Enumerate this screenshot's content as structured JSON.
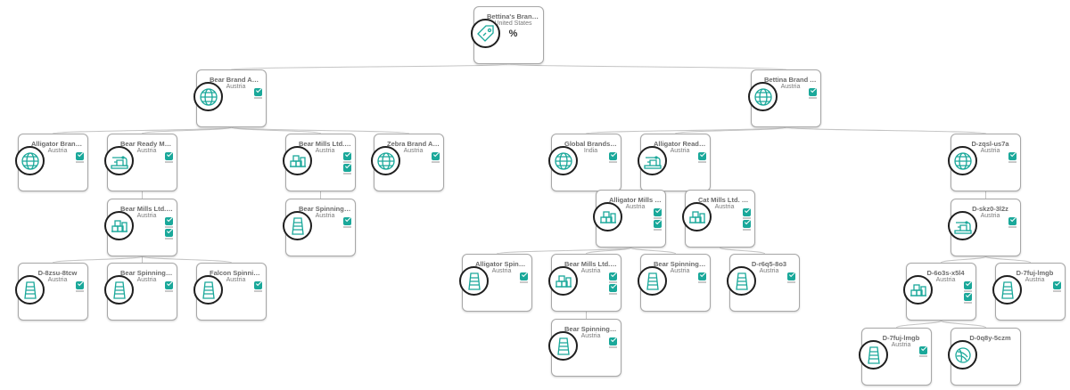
{
  "colors": {
    "accent": "#1aa89a",
    "edge": "#c4c4c4",
    "border": "#a7a7a7"
  },
  "nodes": [
    {
      "name": "Bettina's Brand G...",
      "country": "United States",
      "pct": "%",
      "icon": "price-tag-icon",
      "badges": 0
    },
    {
      "name": "Bear Brand AG cu...",
      "country": "Austria",
      "icon": "globe-icon",
      "badges": 1
    },
    {
      "name": "Bettina Brand AG ...",
      "country": "Austria",
      "icon": "globe-icon",
      "badges": 1
    },
    {
      "name": "Alligator Brand AG...",
      "country": "Austria",
      "icon": "globe-icon",
      "badges": 1
    },
    {
      "name": "Bear Ready Made...",
      "country": "Austria",
      "icon": "sewing-machine-icon",
      "badges": 1
    },
    {
      "name": "Bear Mills Ltd. cus...",
      "country": "Austria",
      "icon": "factory-icon",
      "badges": 2
    },
    {
      "name": "Zebra Brand AG c...",
      "country": "Austria",
      "icon": "globe-icon",
      "badges": 1
    },
    {
      "name": "Bear Mills Ltd. cus...",
      "country": "Austria",
      "icon": "factory-icon",
      "badges": 2
    },
    {
      "name": "Bear Spinning Inc....",
      "country": "Austria",
      "icon": "yarn-spool-icon",
      "badges": 1
    },
    {
      "name": "D-8zsu-8tcw",
      "country": "Austria",
      "icon": "yarn-spool-icon",
      "badges": 1
    },
    {
      "name": "Bear Spinning Inc....",
      "country": "Austria",
      "icon": "yarn-spool-icon",
      "badges": 1
    },
    {
      "name": "Falcon Spinning I...",
      "country": "Austria",
      "icon": "yarn-spool-icon",
      "badges": 1
    },
    {
      "name": "Global Brands Lim...",
      "country": "India",
      "icon": "globe-icon",
      "badges": 1
    },
    {
      "name": "Alligator Ready M...",
      "country": "Austria",
      "icon": "sewing-machine-icon",
      "badges": 1
    },
    {
      "name": "Alligator Mills Ltd....",
      "country": "Austria",
      "icon": "factory-icon",
      "badges": 2
    },
    {
      "name": "Cat Mills Ltd. cust...",
      "country": "Austria",
      "icon": "factory-icon",
      "badges": 2
    },
    {
      "name": "Alligator Spinning ...",
      "country": "Austria",
      "icon": "yarn-spool-icon",
      "badges": 1
    },
    {
      "name": "Bear Mills Ltd. cus...",
      "country": "Austria",
      "icon": "factory-icon",
      "badges": 2
    },
    {
      "name": "Bear Spinning Inc....",
      "country": "Austria",
      "icon": "yarn-spool-icon",
      "badges": 1
    },
    {
      "name": "D-r6q5-8o3",
      "country": "Austria",
      "icon": "yarn-spool-icon",
      "badges": 1
    },
    {
      "name": "Bear Spinning Inc....",
      "country": "Austria",
      "icon": "yarn-spool-icon",
      "badges": 1
    },
    {
      "name": "D-zqsl-us7a",
      "country": "Austria",
      "icon": "globe-icon",
      "badges": 1
    },
    {
      "name": "D-skz0-3l2z",
      "country": "Austria",
      "icon": "sewing-machine-icon",
      "badges": 1
    },
    {
      "name": "D-6o3s-x5l4",
      "country": "Austria",
      "icon": "factory-icon",
      "badges": 2
    },
    {
      "name": "D-7fuj-lmgb",
      "country": "Austria",
      "icon": "yarn-spool-icon",
      "badges": 1
    },
    {
      "name": "D-7fuj-lmgb",
      "country": "Austria",
      "icon": "yarn-spool-icon",
      "badges": 1
    },
    {
      "name": "D-0q8y-5czm",
      "country": "",
      "icon": "fiber-ball-icon",
      "badges": 0
    }
  ]
}
